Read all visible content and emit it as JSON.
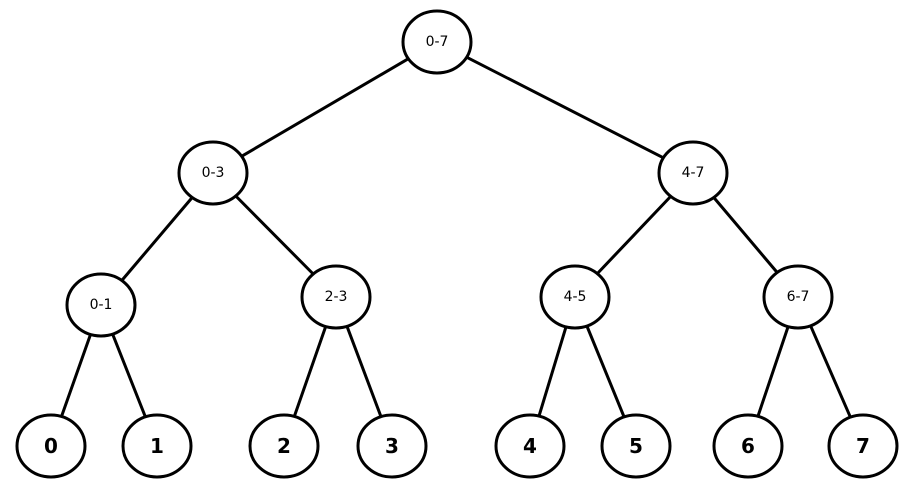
{
  "tree": {
    "nodes": [
      {
        "id": "r",
        "label": "0-7"
      },
      {
        "id": "a",
        "label": "0-3"
      },
      {
        "id": "b",
        "label": "4-7"
      },
      {
        "id": "a1",
        "label": "0-1"
      },
      {
        "id": "a2",
        "label": "2-3"
      },
      {
        "id": "b1",
        "label": "4-5"
      },
      {
        "id": "b2",
        "label": "6-7"
      },
      {
        "id": "l0",
        "label": "0"
      },
      {
        "id": "l1",
        "label": "1"
      },
      {
        "id": "l2",
        "label": "2"
      },
      {
        "id": "l3",
        "label": "3"
      },
      {
        "id": "l4",
        "label": "4"
      },
      {
        "id": "l5",
        "label": "5"
      },
      {
        "id": "l6",
        "label": "6"
      },
      {
        "id": "l7",
        "label": "7"
      }
    ],
    "edges": [
      [
        "r",
        "a"
      ],
      [
        "r",
        "b"
      ],
      [
        "a",
        "a1"
      ],
      [
        "a",
        "a2"
      ],
      [
        "b",
        "b1"
      ],
      [
        "b",
        "b2"
      ],
      [
        "a1",
        "l0"
      ],
      [
        "a1",
        "l1"
      ],
      [
        "a2",
        "l2"
      ],
      [
        "a2",
        "l3"
      ],
      [
        "b1",
        "l4"
      ],
      [
        "b1",
        "l5"
      ],
      [
        "b2",
        "l6"
      ],
      [
        "b2",
        "l7"
      ]
    ]
  }
}
